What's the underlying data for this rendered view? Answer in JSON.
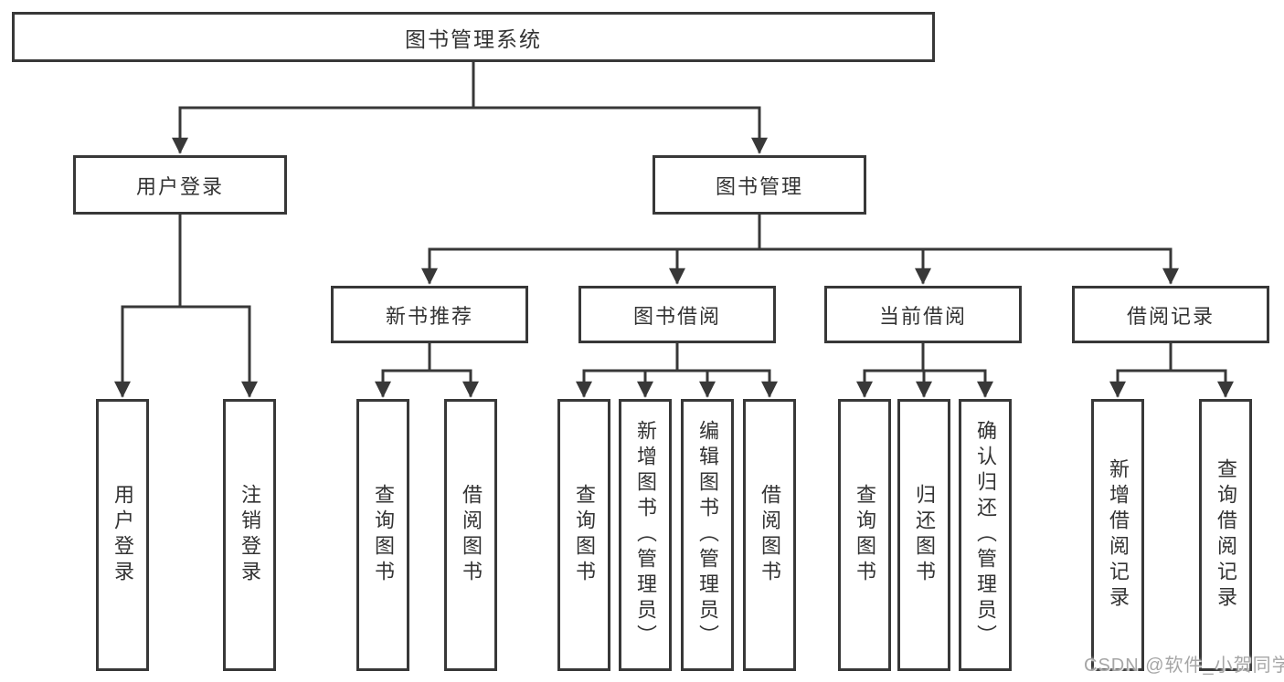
{
  "diagram": {
    "root": {
      "label": "图书管理系统"
    },
    "level2": [
      {
        "label": "用户登录"
      },
      {
        "label": "图书管理"
      }
    ],
    "level3": [
      {
        "label": "新书推荐"
      },
      {
        "label": "图书借阅"
      },
      {
        "label": "当前借阅"
      },
      {
        "label": "借阅记录"
      }
    ],
    "leaves": [
      {
        "label": "用户登录"
      },
      {
        "label": "注销登录"
      },
      {
        "label": "查询图书"
      },
      {
        "label": "借阅图书"
      },
      {
        "label": "查询图书"
      },
      {
        "label": "新增图书（管理员）"
      },
      {
        "label": "编辑图书（管理员）"
      },
      {
        "label": "借阅图书"
      },
      {
        "label": "查询图书"
      },
      {
        "label": "归还图书"
      },
      {
        "label": "确认归还（管理员）"
      },
      {
        "label": "新增借阅记录"
      },
      {
        "label": "查询借阅记录"
      }
    ]
  },
  "watermark": {
    "text": "CSDN @软件_小贺同学"
  },
  "colors": {
    "line": "#383838",
    "text": "#333333",
    "watermark": "#a6a6a6",
    "background": "#ffffff"
  }
}
